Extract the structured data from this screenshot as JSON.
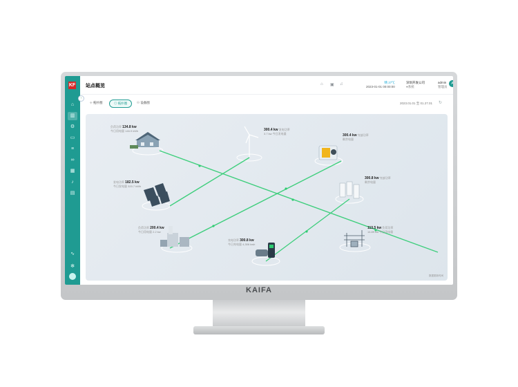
{
  "brand": "KAIFA",
  "sidebar": {
    "logo": "KF",
    "items": [
      {
        "icon": "home-icon",
        "glyph": "⌂"
      },
      {
        "icon": "chart-icon",
        "glyph": "▥"
      },
      {
        "icon": "device-icon",
        "glyph": "⚙"
      },
      {
        "icon": "battery-icon",
        "glyph": "▭"
      },
      {
        "icon": "layers-icon",
        "glyph": "≡"
      },
      {
        "icon": "link-icon",
        "glyph": "∞"
      },
      {
        "icon": "bar-chart-icon",
        "glyph": "▦"
      },
      {
        "icon": "bell-icon",
        "glyph": "♪"
      },
      {
        "icon": "table-icon",
        "glyph": "▤"
      }
    ],
    "bottom_items": [
      {
        "icon": "pulse-icon",
        "glyph": "∿"
      },
      {
        "icon": "settings-icon",
        "glyph": "✻"
      }
    ]
  },
  "header": {
    "title": "站点概览",
    "date_time": "2023-01-01 00:00:00",
    "weather": "晴 27℃",
    "tenant": "深圳开发公司",
    "tenant_sub": "●系统",
    "user": "admin",
    "user_sub": "管理员",
    "avatar_letter": "A"
  },
  "tabs": [
    {
      "label": "拓扑图",
      "glyph": "⊹"
    },
    {
      "label": "拓扑图",
      "glyph": "◎"
    },
    {
      "label": "设备图",
      "glyph": "⚇"
    }
  ],
  "active_tab": 1,
  "date_range": "2023.01.01 至 01.27.01",
  "nodes": [
    {
      "name": "住宅",
      "value": "134.8 kw",
      "sub": "146.9 kWh",
      "lbl1": "负荷功率",
      "lbl2": "今日用电量"
    },
    {
      "name": "风机",
      "value": "300.4 kw",
      "sub": "3.7 kw",
      "lbl1": "发电功率",
      "lbl2": "今日发电量"
    },
    {
      "name": "储能柜",
      "value": "300.4 kw",
      "sub": "",
      "lbl1": "充放功率",
      "lbl2": "剩余电量"
    },
    {
      "name": "光伏",
      "value": "182.5 kw",
      "sub": "320.7 kWh",
      "lbl1": "发电功率",
      "lbl2": "今日发电量"
    },
    {
      "name": "储能集装箱",
      "value": "300.8 kw",
      "sub": "",
      "lbl1": "充放功率",
      "lbl2": "剩余电量"
    },
    {
      "name": "工厂",
      "value": "200.4 kw",
      "sub": "2.2 kw",
      "lbl1": "负荷功率",
      "lbl2": "今日用电量"
    },
    {
      "name": "充电桩",
      "value": "300.8 kw",
      "sub": "4,306 kwh",
      "lbl1": "充电功率",
      "lbl2": "今日充电量"
    },
    {
      "name": "变电站",
      "value": "113.5 kw",
      "sub": "14.89 kw",
      "lbl1": "负荷功率",
      "lbl2": "今日用电量"
    }
  ],
  "footnote": "数据更新时间",
  "colors": {
    "accent": "#1f9b92",
    "flow": "#2ecc71",
    "alert": "#d62828"
  }
}
